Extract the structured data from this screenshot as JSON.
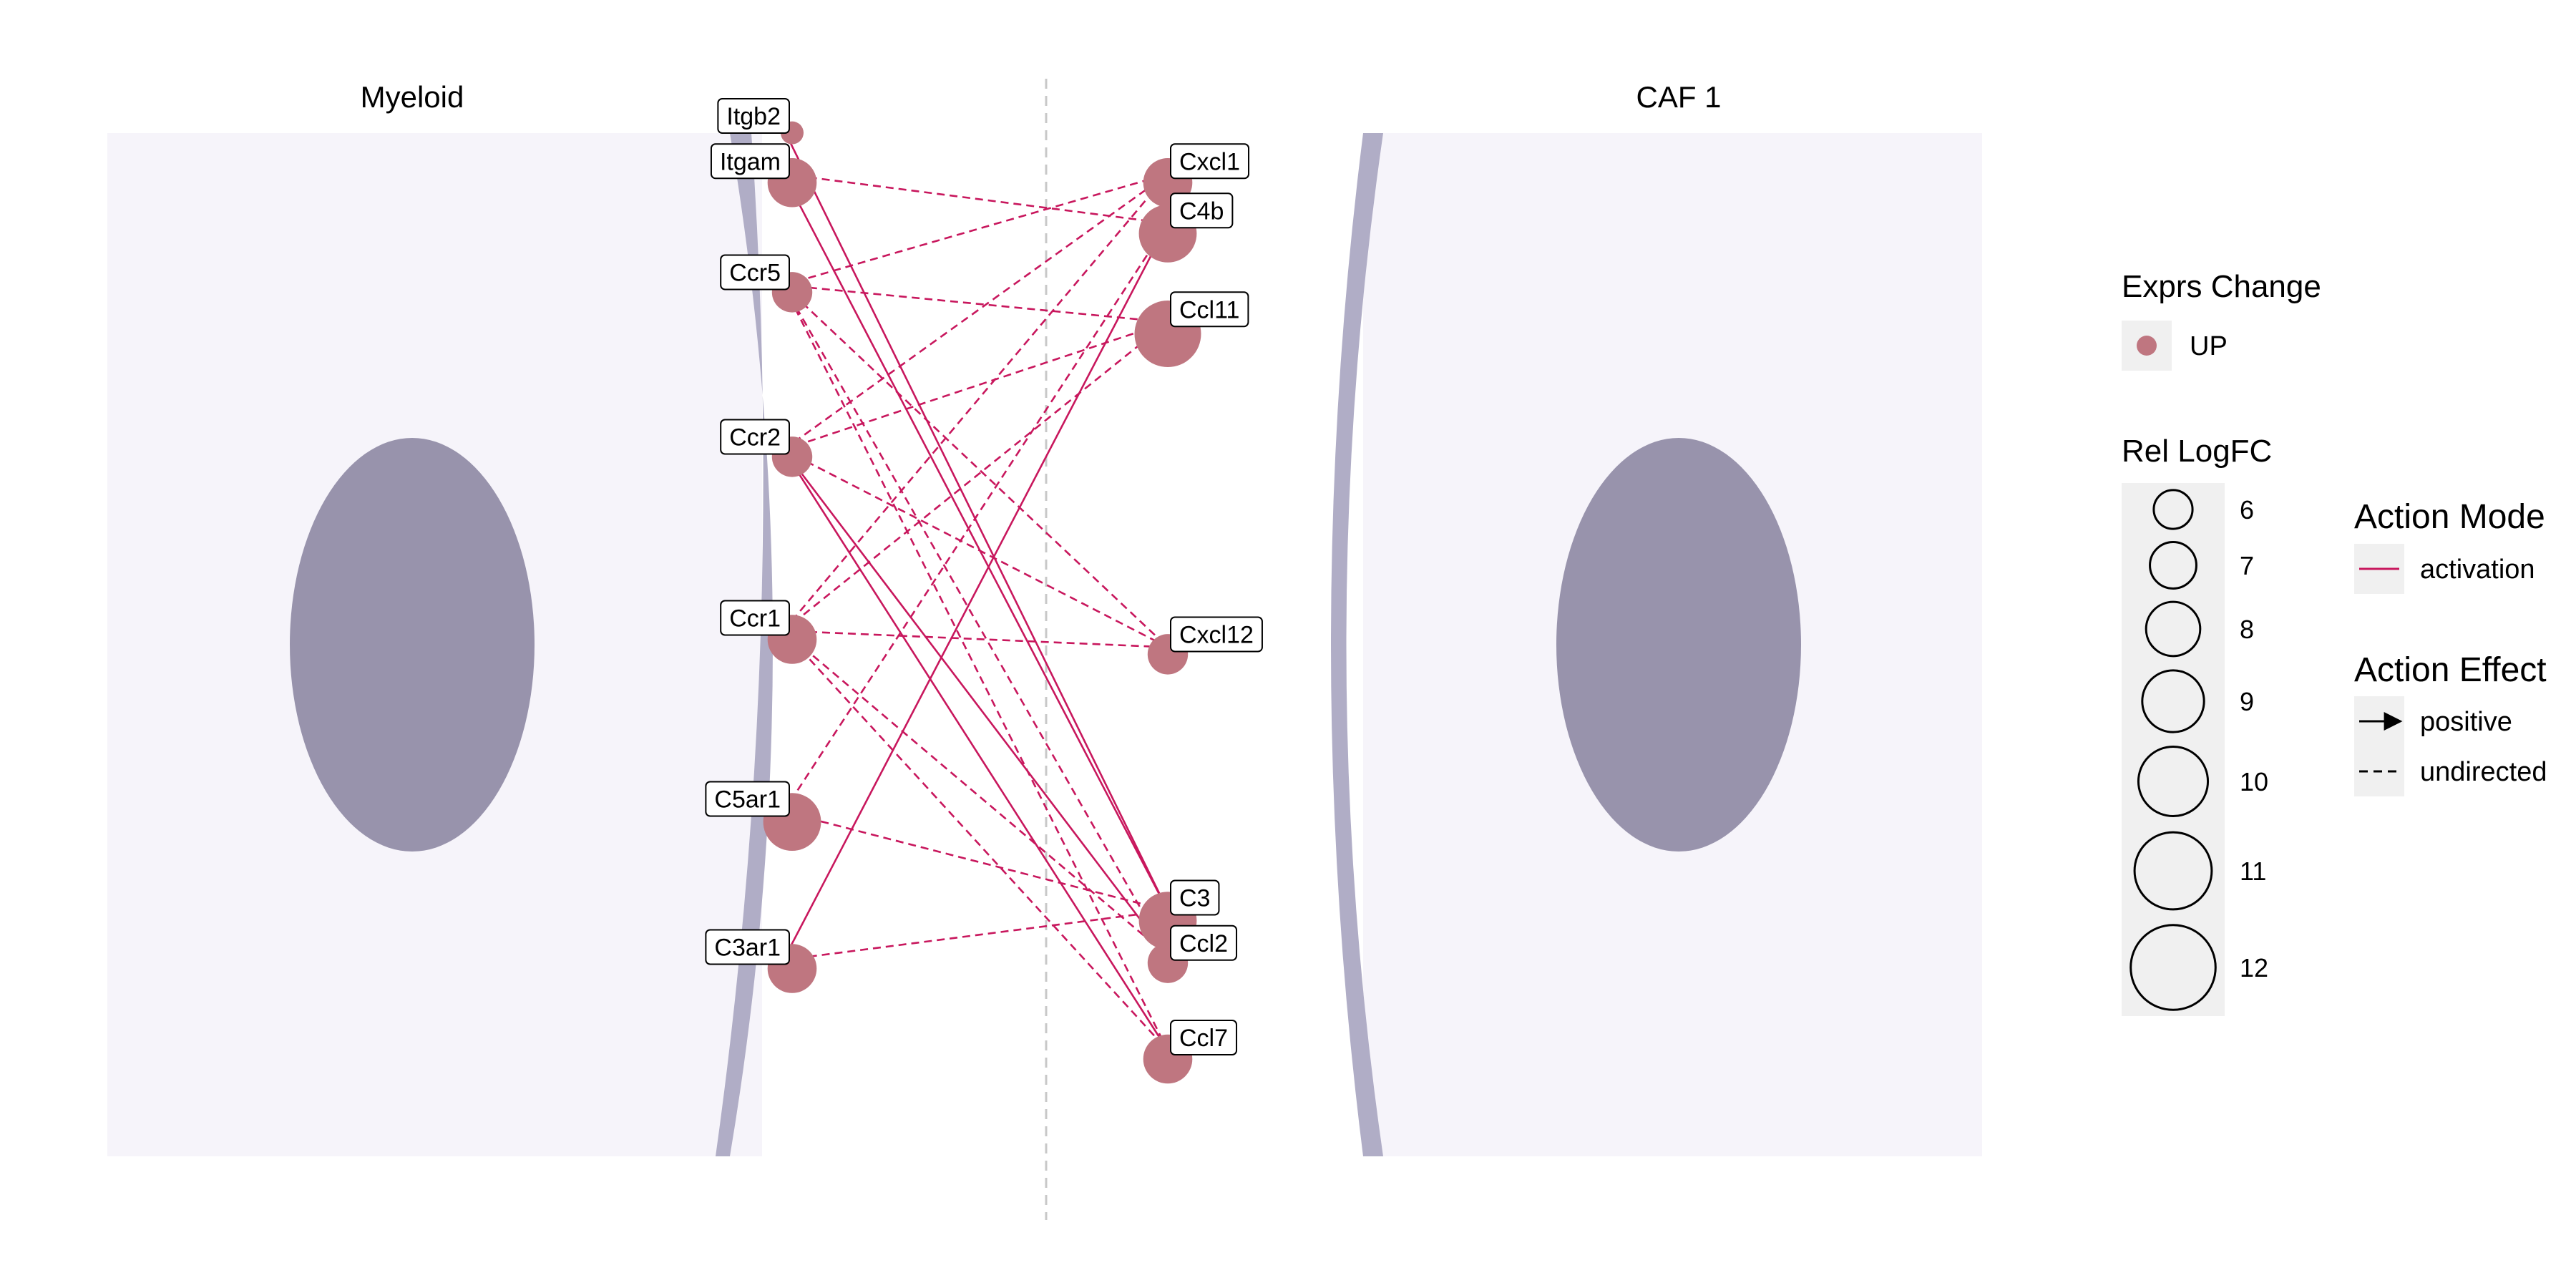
{
  "panels": [
    {
      "key": "left",
      "title": "Myeloid"
    },
    {
      "key": "right",
      "title": "CAF 1"
    }
  ],
  "nodes": [
    {
      "id": "Itgb2",
      "side": "left",
      "row": 0.0,
      "logfc": 6
    },
    {
      "id": "Itgam",
      "side": "left",
      "row": 0.55,
      "logfc": 9
    },
    {
      "id": "Ccr5",
      "side": "left",
      "row": 1.9,
      "logfc": 8
    },
    {
      "id": "Ccr2",
      "side": "left",
      "row": 3.9,
      "logfc": 8
    },
    {
      "id": "Ccr1",
      "side": "left",
      "row": 6.1,
      "logfc": 9
    },
    {
      "id": "C5ar1",
      "side": "left",
      "row": 8.3,
      "logfc": 10
    },
    {
      "id": "C3ar1",
      "side": "left",
      "row": 10.1,
      "logfc": 9
    },
    {
      "id": "Cxcl1",
      "side": "right",
      "row": 0.55,
      "logfc": 9
    },
    {
      "id": "C4b",
      "side": "right",
      "row": 1.15,
      "logfc": 10
    },
    {
      "id": "Ccl11",
      "side": "right",
      "row": 2.35,
      "logfc": 11
    },
    {
      "id": "Cxcl12",
      "side": "right",
      "row": 6.3,
      "logfc": 8
    },
    {
      "id": "C3",
      "side": "right",
      "row": 9.5,
      "logfc": 10
    },
    {
      "id": "Ccl2",
      "side": "right",
      "row": 10.05,
      "logfc": 8
    },
    {
      "id": "Ccl7",
      "side": "right",
      "row": 11.2,
      "logfc": 9
    }
  ],
  "edges": [
    {
      "from": "Itgam",
      "to": "C4b",
      "effect": "undirected"
    },
    {
      "from": "Itgam",
      "to": "C3",
      "effect": "positive"
    },
    {
      "from": "Itgb2",
      "to": "C3",
      "effect": "positive"
    },
    {
      "from": "Ccr5",
      "to": "Cxcl1",
      "effect": "undirected"
    },
    {
      "from": "Ccr5",
      "to": "Ccl11",
      "effect": "undirected"
    },
    {
      "from": "Ccr5",
      "to": "Ccl2",
      "effect": "undirected"
    },
    {
      "from": "Ccr5",
      "to": "Ccl7",
      "effect": "undirected"
    },
    {
      "from": "Ccr5",
      "to": "Cxcl12",
      "effect": "undirected"
    },
    {
      "from": "Ccr2",
      "to": "Cxcl1",
      "effect": "undirected"
    },
    {
      "from": "Ccr2",
      "to": "Ccl11",
      "effect": "undirected"
    },
    {
      "from": "Ccr2",
      "to": "Cxcl12",
      "effect": "undirected"
    },
    {
      "from": "Ccl2",
      "to": "Ccr2",
      "effect": "positive"
    },
    {
      "from": "Ccl7",
      "to": "Ccr2",
      "effect": "positive"
    },
    {
      "from": "Ccr1",
      "to": "Cxcl1",
      "effect": "undirected"
    },
    {
      "from": "Ccr1",
      "to": "Ccl11",
      "effect": "undirected"
    },
    {
      "from": "Ccr1",
      "to": "Cxcl12",
      "effect": "undirected"
    },
    {
      "from": "Ccr1",
      "to": "Ccl2",
      "effect": "undirected"
    },
    {
      "from": "Ccr1",
      "to": "Ccl7",
      "effect": "undirected"
    },
    {
      "from": "C5ar1",
      "to": "C4b",
      "effect": "undirected"
    },
    {
      "from": "C5ar1",
      "to": "C3",
      "effect": "undirected"
    },
    {
      "from": "C3ar1",
      "to": "C4b",
      "effect": "positive"
    },
    {
      "from": "C3ar1",
      "to": "C3",
      "effect": "undirected"
    }
  ],
  "legend": {
    "exprs": {
      "title": "Exprs Change",
      "items": [
        {
          "label": "UP",
          "color": "#bf7680"
        }
      ]
    },
    "logfc": {
      "title": "Rel LogFC",
      "values": [
        6,
        7,
        8,
        9,
        10,
        11,
        12
      ]
    },
    "mode": {
      "title": "Action Mode",
      "items": [
        {
          "label": "activation",
          "color": "#c8175d"
        }
      ]
    },
    "effect": {
      "title": "Action Effect",
      "items": [
        {
          "label": "positive",
          "style": "arrow"
        },
        {
          "label": "undirected",
          "style": "dashed"
        }
      ]
    }
  },
  "colors": {
    "panel_bg": "#f6f4fa",
    "membrane": "#b0adc6",
    "nucleus": "#9893ac",
    "node": "#bf7680",
    "edge": "#c8175d",
    "divider": "#c8c8c8",
    "legend_key_bg": "#f0f0f0"
  }
}
